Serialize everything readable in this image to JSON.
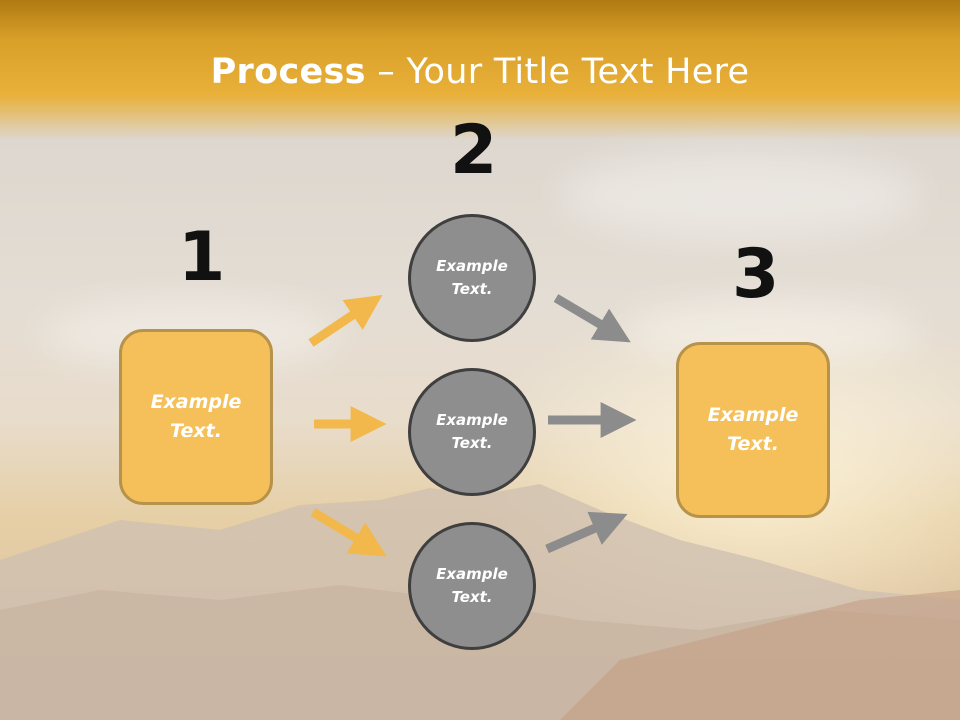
{
  "title": {
    "bold": "Process",
    "rest": " – Your Title Text Here"
  },
  "steps": [
    {
      "number": "1"
    },
    {
      "number": "2"
    },
    {
      "number": "3"
    }
  ],
  "boxes": [
    {
      "text": "Example\nText."
    },
    {
      "text": "Example\nText."
    }
  ],
  "circles": [
    {
      "text": "Example\nText."
    },
    {
      "text": "Example\nText."
    },
    {
      "text": "Example\nText."
    }
  ],
  "colors": {
    "header": "#e9b03a",
    "box_fill": "#f5c05a",
    "circle_fill": "#8e8e8e",
    "arrow_orange": "#f3b84b",
    "arrow_gray": "#8c8c8c"
  }
}
